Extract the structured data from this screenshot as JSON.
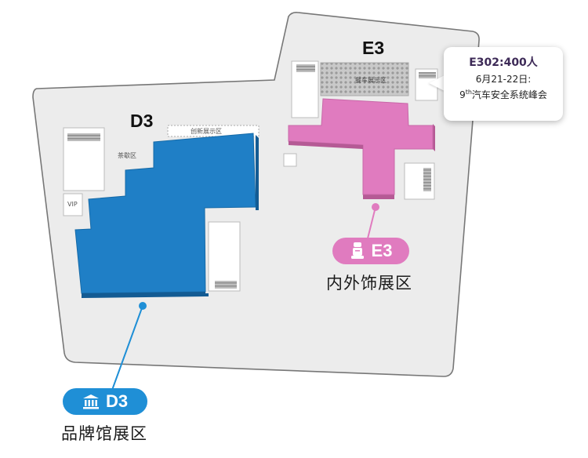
{
  "halls": {
    "d3": {
      "title": "D3",
      "label_innovation": "创新展示区",
      "label_tea": "茶歇区",
      "label_vip": "VIP",
      "badge_text": "D3",
      "zone_name": "品牌馆展区",
      "color": "#1f7fc6"
    },
    "e3": {
      "title": "E3",
      "label_rest": "餐车展示区",
      "badge_text": "E3",
      "zone_name": "内外饰展区",
      "color": "#e07bbf"
    }
  },
  "callout": {
    "title": "E302:400人",
    "date": "6月21-22日:",
    "event_prefix": "9",
    "event_sup": "th",
    "event_suffix": "汽车安全系统峰会"
  },
  "icons": {
    "d3_badge_icon": "building-columns-icon",
    "e3_badge_icon": "car-seat-icon"
  }
}
